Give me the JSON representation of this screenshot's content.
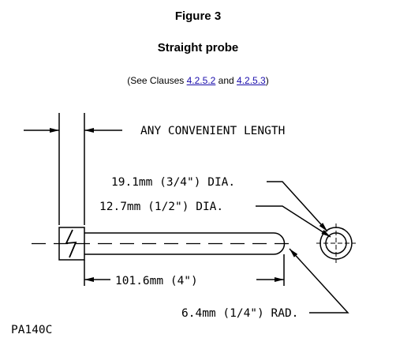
{
  "figure": {
    "title": "Figure 3",
    "subtitle": "Straight probe"
  },
  "see_clauses": {
    "prefix": "(See Clauses ",
    "link1": "4.2.5.2",
    "middle": " and ",
    "link2": "4.2.5.3",
    "suffix": ")",
    "link_color": "#1a0dab"
  },
  "drawing": {
    "length_note": "ANY CONVENIENT LENGTH",
    "outer_dia": "19.1mm (3/4\") DIA.",
    "inner_dia": "12.7mm (1/2\") DIA.",
    "handle_length": "101.6mm (4\")",
    "tip_radius": "6.4mm (1/4\") RAD.",
    "drawing_id": "PA140C"
  }
}
